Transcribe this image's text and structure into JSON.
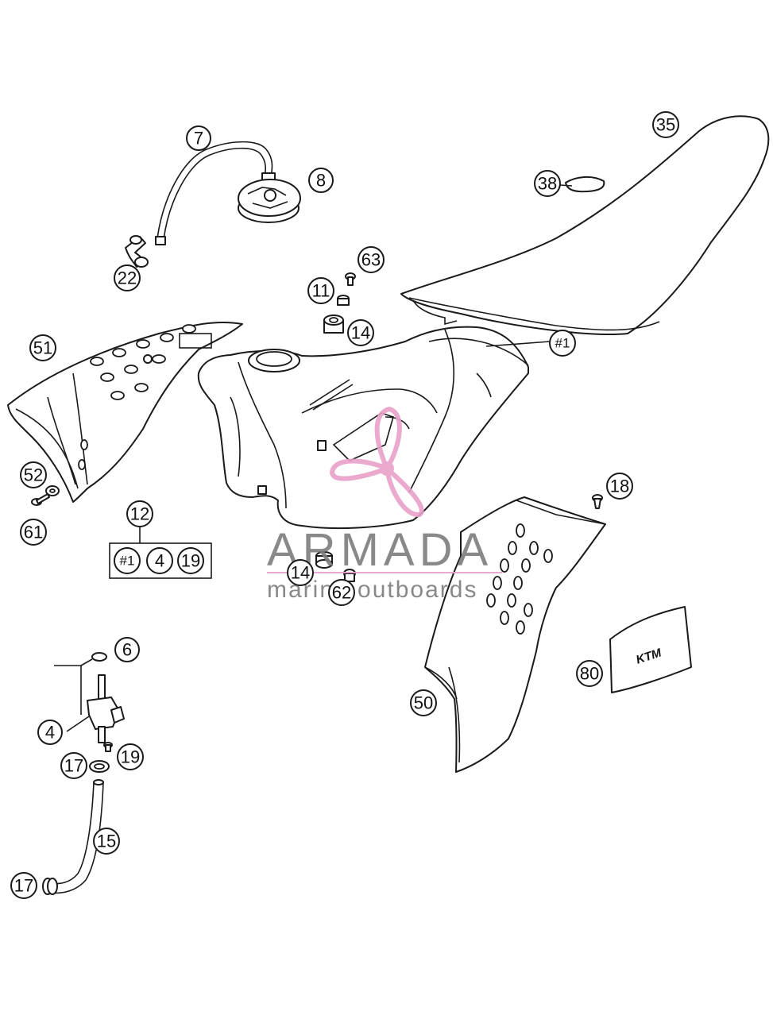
{
  "callouts": {
    "c7": "7",
    "c8": "8",
    "c22": "22",
    "c35": "35",
    "c38": "38",
    "c63": "63",
    "c11": "11",
    "c14a": "14",
    "c51": "51",
    "c1a": "#1",
    "c52": "52",
    "c61": "61",
    "c12": "12",
    "kit_1": "#1",
    "kit_4": "4",
    "kit_19": "19",
    "c14b": "14",
    "c62": "62",
    "c18": "18",
    "c80": "80",
    "c50": "50",
    "c6": "6",
    "c4": "4",
    "c19": "19",
    "c17a": "17",
    "c15": "15",
    "c17b": "17"
  },
  "watermark": {
    "title": "ARMADA",
    "subtitle": "marine outboards",
    "color_text": "#7d7d7d",
    "color_logo": "#e8a0c8"
  },
  "decal_logo": "KTM"
}
